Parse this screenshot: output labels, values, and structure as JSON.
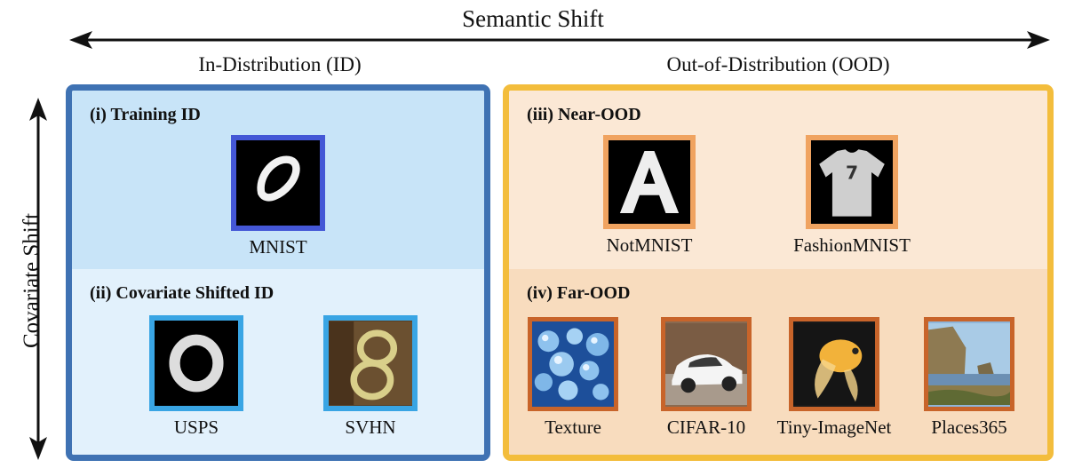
{
  "axes": {
    "semantic_shift": "Semantic Shift",
    "covariate_shift": "Covariate Shift"
  },
  "groups": {
    "in_distribution": "In-Distribution (ID)",
    "out_of_distribution": "Out-of-Distribution (OOD)"
  },
  "panels": {
    "training_id": {
      "label": "(i) Training ID",
      "datasets": [
        "MNIST"
      ]
    },
    "covariate_shifted_id": {
      "label": "(ii) Covariate Shifted ID",
      "datasets": [
        "USPS",
        "SVHN"
      ]
    },
    "near_ood": {
      "label": "(iii) Near-OOD",
      "datasets": [
        "NotMNIST",
        "FashionMNIST"
      ]
    },
    "far_ood": {
      "label": "(iv) Far-OOD",
      "datasets": [
        "Texture",
        "CIFAR-10",
        "Tiny-ImageNet",
        "Places365"
      ]
    }
  },
  "colors": {
    "id_border": "#3f72b3",
    "ood_border": "#f3bd3c",
    "training_panel": "#c8e4f8",
    "shifted_panel": "#e2f1fc",
    "near_panel": "#fbe8d5",
    "far_panel": "#f8dcbe",
    "mnist_frame": "#4457d6",
    "shifted_frame": "#39a5e4",
    "near_frame": "#f0a360",
    "far_frame": "#c8642a"
  }
}
